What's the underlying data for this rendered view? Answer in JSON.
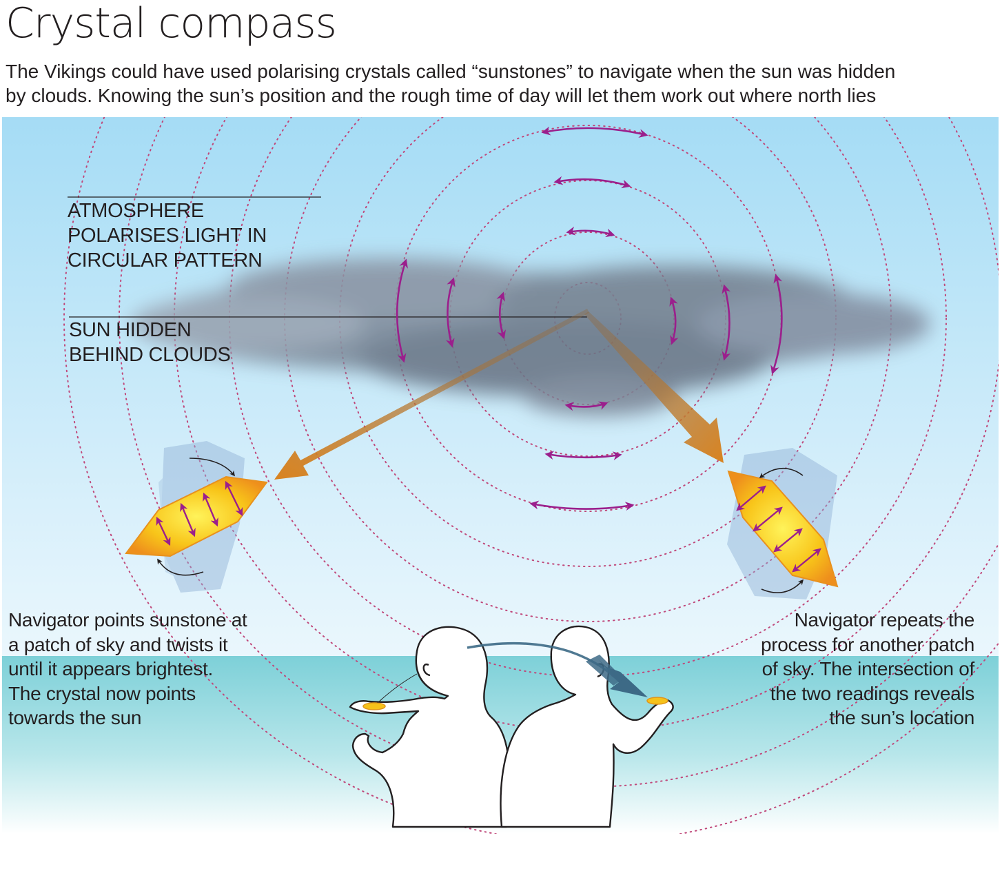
{
  "title": "Crystal compass",
  "subtitle": {
    "line1": "The Vikings could have used polarising crystals called “sunstones” to navigate when the sun was hidden",
    "line2": "by clouds. Knowing the sun’s position and the rough time of day will let them work out where north lies"
  },
  "labels": {
    "atmosphere": [
      "ATMOSPHERE",
      "POLARISES LIGHT IN",
      "CIRCULAR PATTERN"
    ],
    "sun_hidden": [
      "SUN HIDDEN",
      "BEHIND CLOUDS"
    ]
  },
  "captions": {
    "left": [
      "Navigator points sunstone at",
      "a patch of sky and twists it",
      "until it appears brightest.",
      "The crystal now points",
      "towards the sun"
    ],
    "right": [
      "Navigator repeats the",
      "process for another patch",
      "of sky. The intersection of",
      "the two readings reveals",
      "the sun’s location"
    ]
  },
  "colors": {
    "sky_top": "#a5dcf5",
    "sea": "#7dd0d8",
    "cloud": "#6f7d8e",
    "polarisation_arrow": "#9b1f8c",
    "ray_arrow": "#d4801f",
    "crystal": "#f6c21a",
    "ring": "#c0487a",
    "person_arrow": "#3d6a86"
  },
  "icons": {
    "crystal": "sunstone-crystal-icon",
    "navigator": "navigator-figure-icon"
  }
}
